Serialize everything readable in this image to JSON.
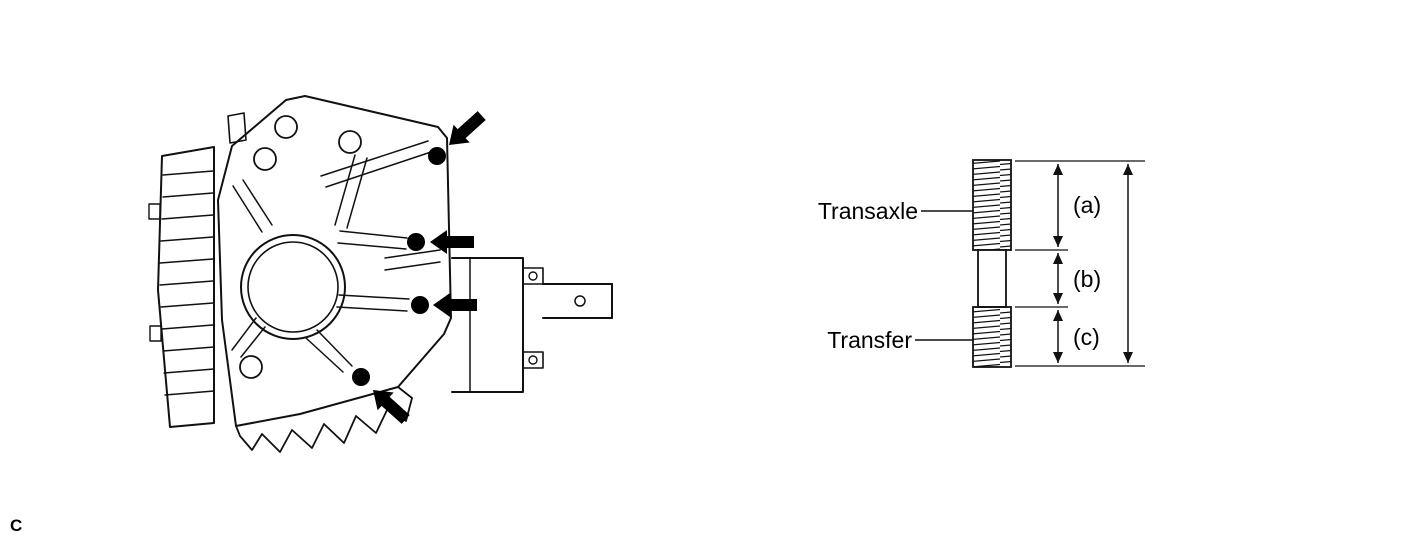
{
  "figure": {
    "index_label": "C"
  },
  "colors": {
    "line_ink": "#111111",
    "marker_fill": "#000000"
  },
  "transaxle_view": {
    "description_icon": "stud-bolt-location-arrow-icon",
    "marker_count": 4
  },
  "stud_bolt_diagram": {
    "labels": {
      "transaxle": "Transaxle",
      "transfer": "Transfer"
    },
    "dimensions": {
      "a": "(a)",
      "b": "(b)",
      "c": "(c)"
    }
  }
}
